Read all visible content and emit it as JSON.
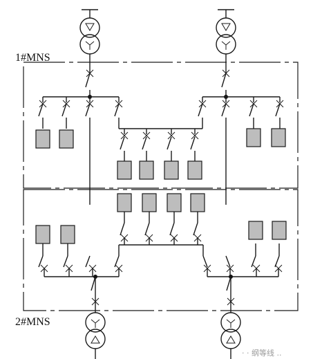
{
  "diagram": {
    "upper_section_label": "1#MNS",
    "lower_section_label": "2#MNS",
    "watermark": "· · 纲等线 .."
  }
}
